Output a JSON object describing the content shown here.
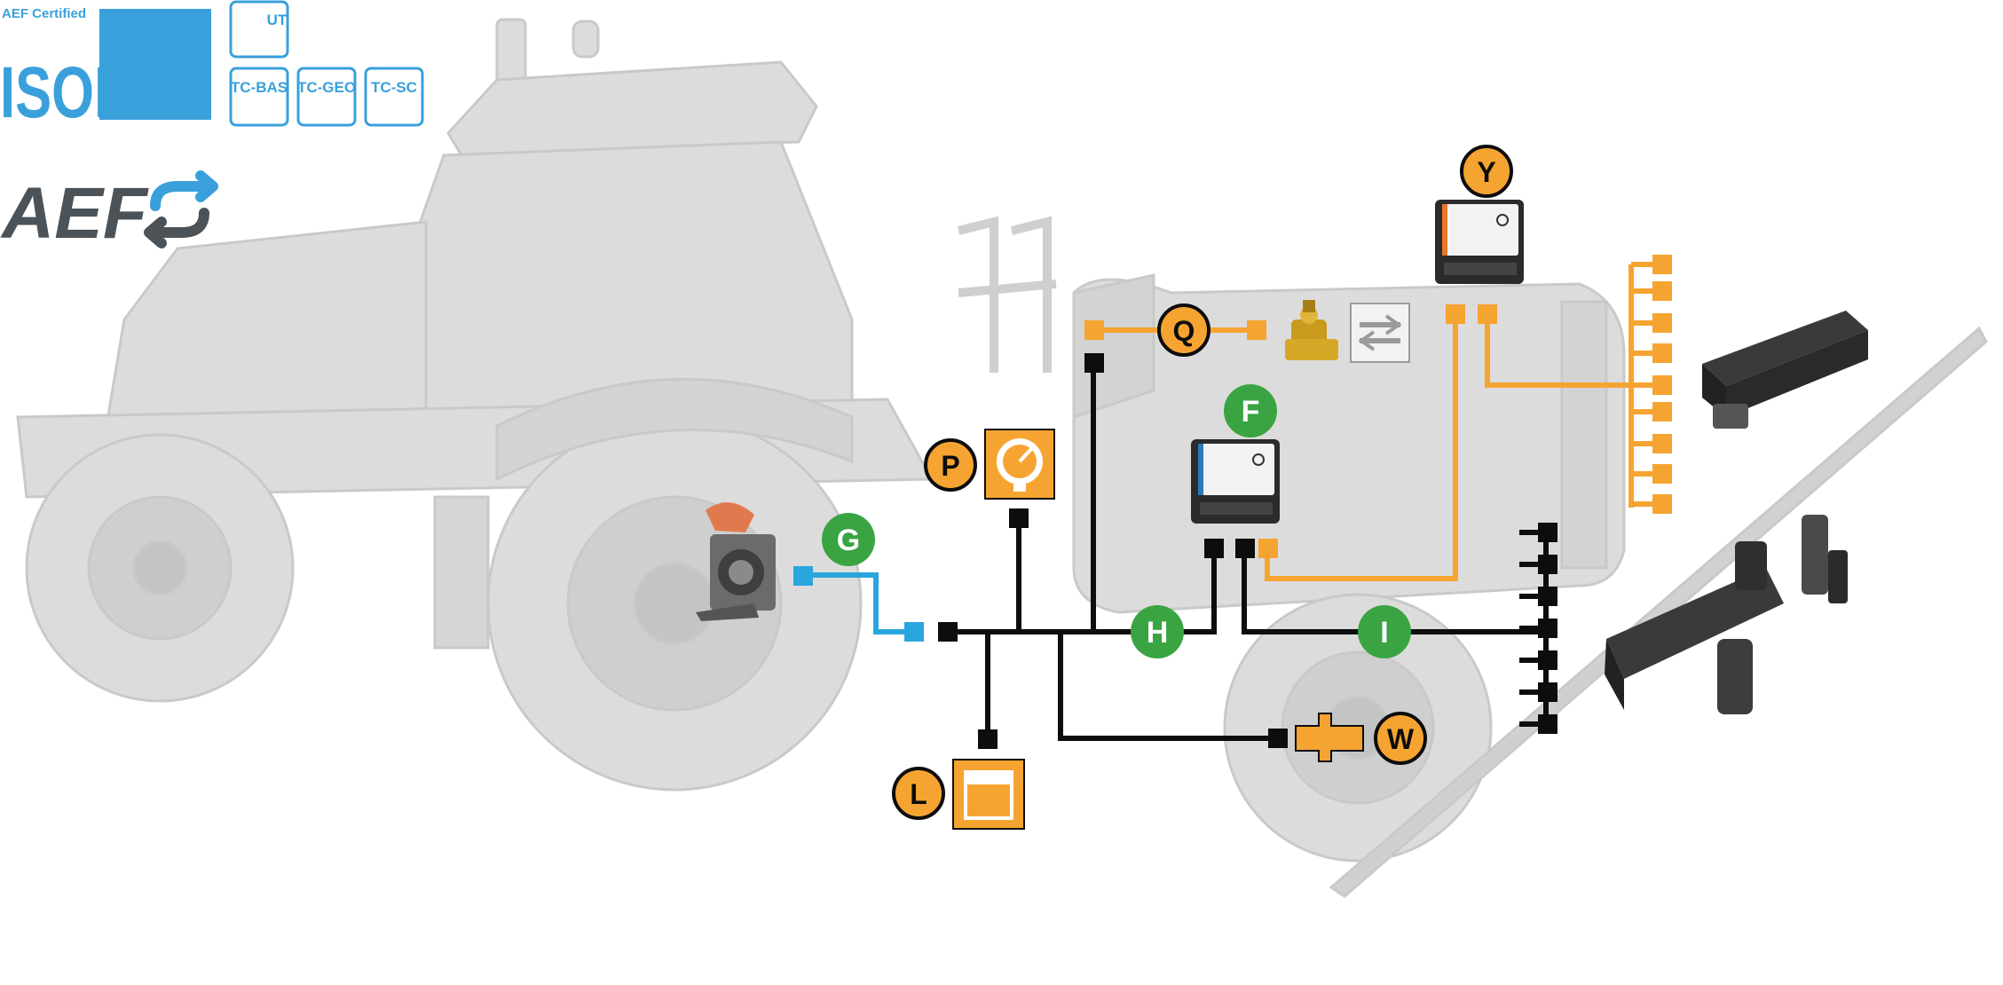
{
  "header": {
    "certified_label": "AEF Certified",
    "isobus_logo": "ISOBUS",
    "aef_logo": "AEF",
    "functionalities": [
      "UT",
      "TC-BAS",
      "TC-GEO",
      "TC-SC"
    ]
  },
  "markers": {
    "G": "G",
    "H": "H",
    "I": "I",
    "F": "F",
    "P": "P",
    "Q": "Q",
    "L": "L",
    "W": "W",
    "Y": "Y"
  },
  "colors": {
    "green": "#3aa442",
    "orange": "#f6a431",
    "blue": "#2aa6de",
    "black": "#0d0d0d",
    "tractor_gray": "#d9d9d9",
    "logo_blue": "#3aa0db",
    "logo_gray": "#4b5359"
  },
  "icons": {
    "P": "pressure-gauge-icon",
    "L": "tank-level-icon",
    "W": "flow-meter-icon",
    "Q": "control-valve-icon",
    "Q_label": "valve-switch-icon",
    "F": "isobox-ecu",
    "Y": "isobox-ecu",
    "G": "isobus-socket"
  }
}
